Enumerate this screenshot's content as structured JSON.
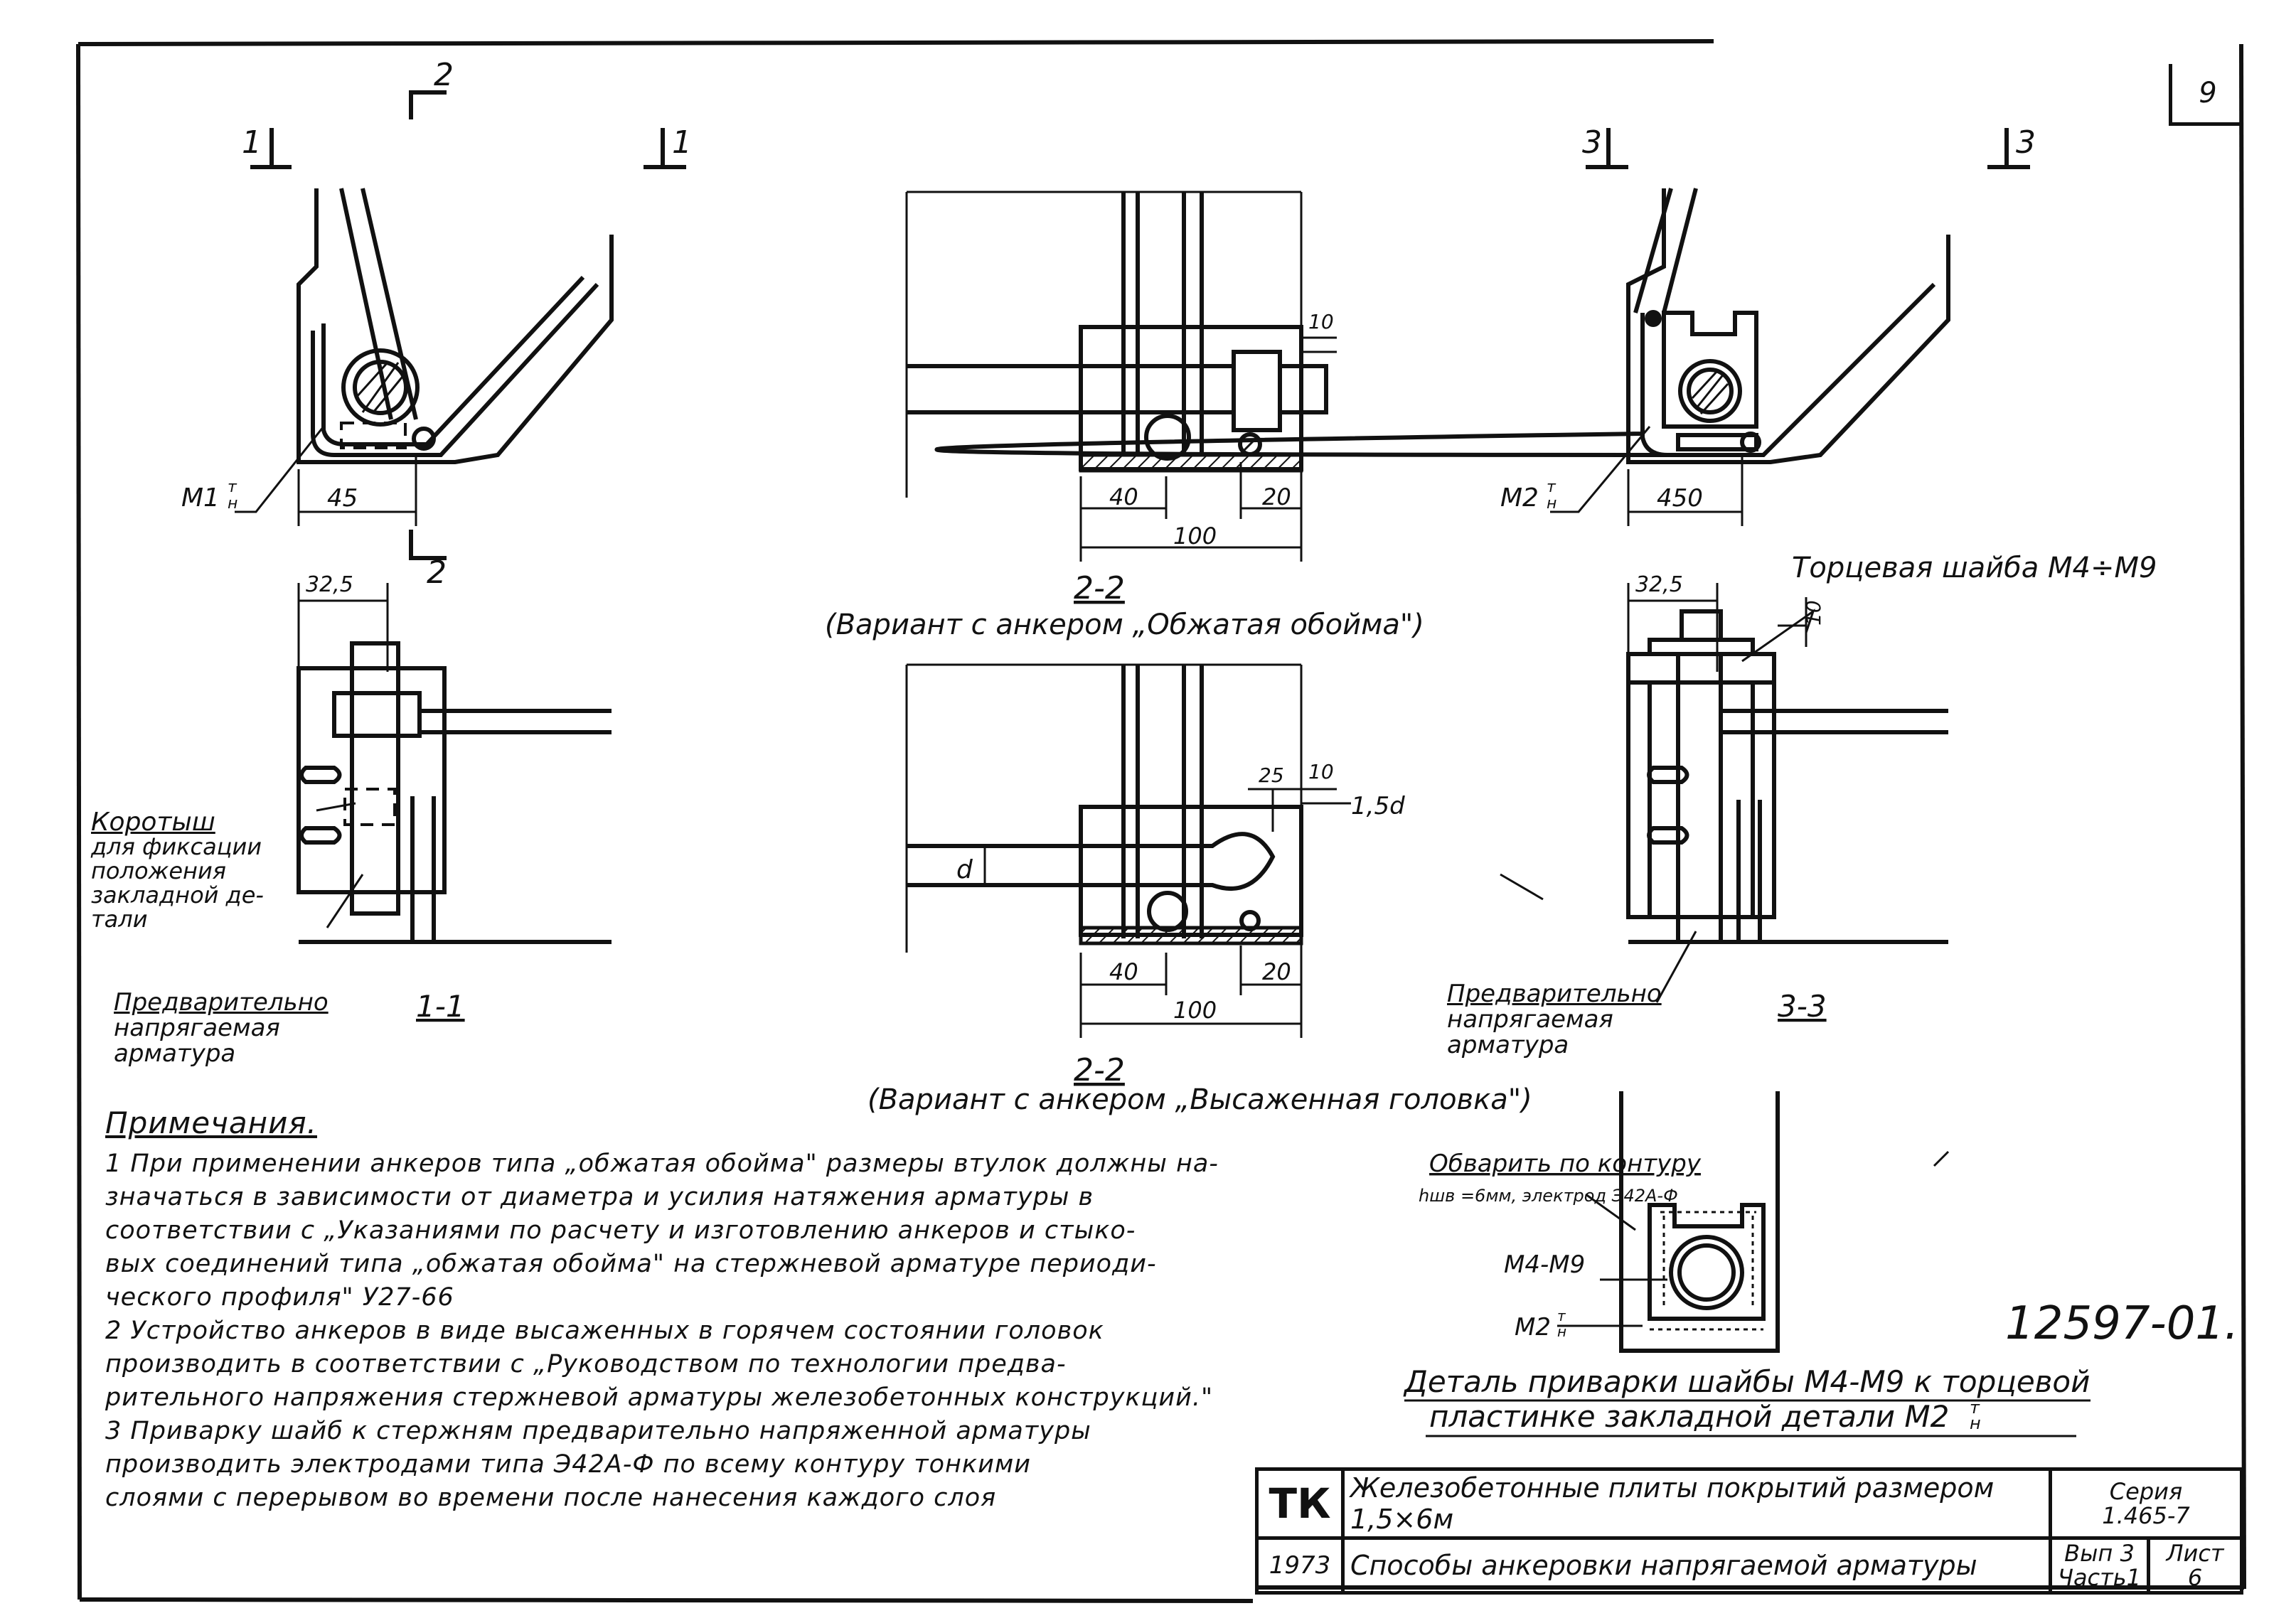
{
  "sheet_number": "9",
  "document_number": "12597-01.",
  "section_marks": {
    "s1_left": "1",
    "s1_right": "1",
    "s2_top": "2",
    "s2_bottom": "2",
    "s3_left": "3",
    "s3_right": "3"
  },
  "detail_top_left": {
    "part_label": "M1",
    "part_sup": "т",
    "part_sub": "н",
    "dim": "45"
  },
  "detail_top_right": {
    "part_label": "M2",
    "part_sup": "т",
    "part_sub": "н",
    "dim": "450"
  },
  "section_1_1": {
    "dim_top": "32,5",
    "label_korotysh": "Коротыш",
    "label_korotysh_desc": "для фиксации\nположения\nзакладной де-\nтали",
    "label_prestress": "Предварительно",
    "label_prestress_desc": "напрягаемая\nарматура",
    "caption": "1-1"
  },
  "section_2_2_a": {
    "dim_10": "10",
    "dim_40": "40",
    "dim_20": "20",
    "dim_100": "100",
    "caption": "2-2",
    "subcaption": "(Вариант с анкером „Обжатая обойма\")"
  },
  "section_2_2_b": {
    "dim_25": "25",
    "dim_10": "10",
    "dim_15d": "1,5d",
    "dim_d": "d",
    "dim_40": "40",
    "dim_20": "20",
    "dim_100": "100",
    "caption": "2-2",
    "subcaption": "(Вариант с анкером „Высаженная головка\")"
  },
  "section_3_3": {
    "dim_top": "32,5",
    "dim_10": "10",
    "label_washer": "Торцевая шайба М4÷М9",
    "label_prestress": "Предварительно",
    "label_prestress_desc": "напрягаемая\nарматура",
    "caption": "3-3"
  },
  "weld_detail": {
    "label_weld": "Обварить по контуру",
    "label_weld_desc": "hшв =6мм, электрод Э42А-Ф",
    "label_m4m9": "М4-М9",
    "label_m2": "М2",
    "label_m2_sup": "т",
    "label_m2_sub": "н",
    "caption_line1": "Деталь приварки шайбы М4-М9 к торцевой",
    "caption_line2": "пластинке закладной детали М2",
    "caption_line2_sup": "т",
    "caption_line2_sub": "н"
  },
  "notes": {
    "title": "Примечания.",
    "items": [
      "1 При применении анкеров типа „обжатая обойма\" размеры втулок должны на-\n значаться в зависимости от диаметра и усилия натяжения арматуры в\n соответствии с „Указаниями по расчету и изготовлению анкеров и стыко-\n вых соединений типа „обжатая обойма\" на стержневой арматуре периоди-\n ческого профиля\" У27-66",
      "2 Устройство анкеров в виде высаженных в горячем состоянии головок\n производить в соответствии с „Руководством по технологии предва-\n рительного напряжения стержневой арматуры железобетонных конструкций.\"",
      "3 Приварку шайб к стержням предварительно напряженной арматуры\n производить электродами типа Э42А-Ф по всему контуру тонкими\n слоями с перерывом во времени после нанесения каждого слоя"
    ]
  },
  "title_block": {
    "org": "ТК",
    "year": "1973",
    "title": "Железобетонные плиты покрытий размером 1,5×6м",
    "subtitle": "Способы анкеровки напрягаемой арматуры",
    "series_label": "Серия",
    "series_value": "1.465-7",
    "issue_label": "Вып 3",
    "part_label": "Часть1",
    "sheet_label": "Лист",
    "sheet_value": "6"
  }
}
